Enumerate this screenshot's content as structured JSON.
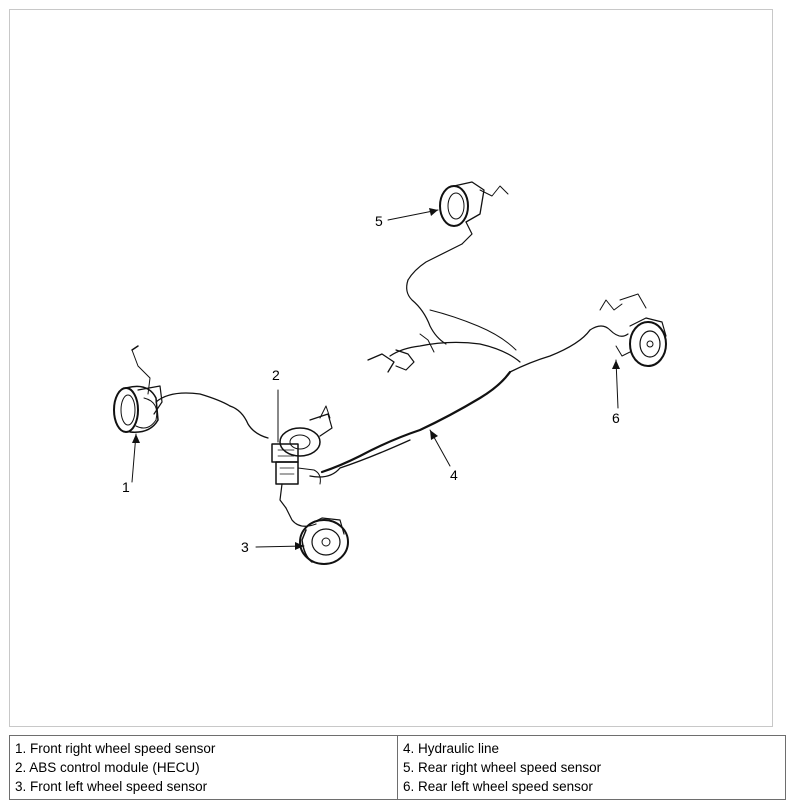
{
  "callouts": [
    "1",
    "2",
    "3",
    "4",
    "5",
    "6"
  ],
  "legend": {
    "left": [
      "1. Front right wheel speed sensor",
      "2. ABS control module (HECU)",
      "3. Front left wheel speed sensor"
    ],
    "right": [
      "4. Hydraulic line",
      "5. Rear right wheel speed sensor",
      "6. Rear left wheel speed sensor"
    ]
  }
}
